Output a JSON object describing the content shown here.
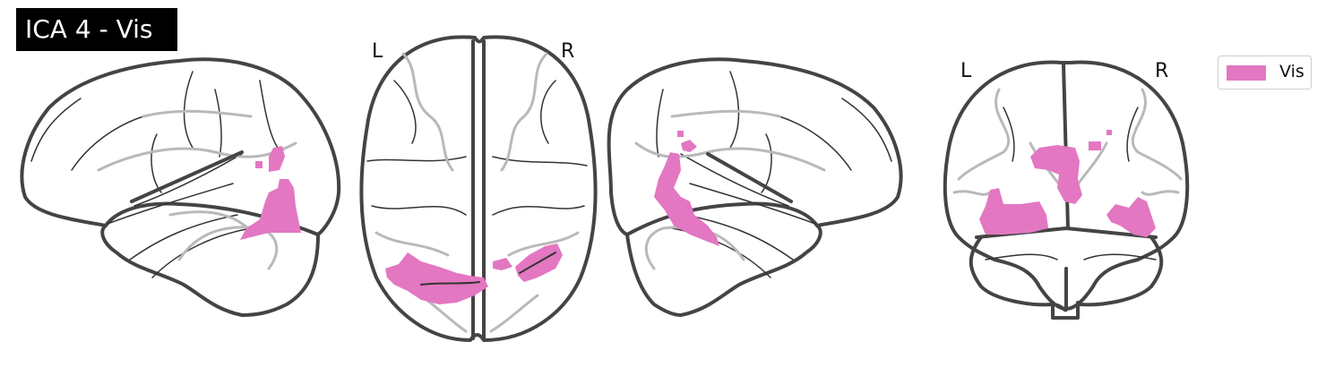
{
  "title": "ICA 4 - Vis",
  "hemisphere_labels": {
    "axial_left": "L",
    "axial_right": "R",
    "coronal_left": "L",
    "coronal_right": "R"
  },
  "legend": {
    "items": [
      {
        "label": "Vis",
        "color": "#e377c2"
      }
    ]
  },
  "colors": {
    "activation": "#e377c2",
    "outline": "#444444",
    "title_bg": "#000000",
    "title_fg": "#ffffff"
  },
  "views": [
    "left sagittal",
    "axial",
    "right sagittal",
    "coronal"
  ]
}
